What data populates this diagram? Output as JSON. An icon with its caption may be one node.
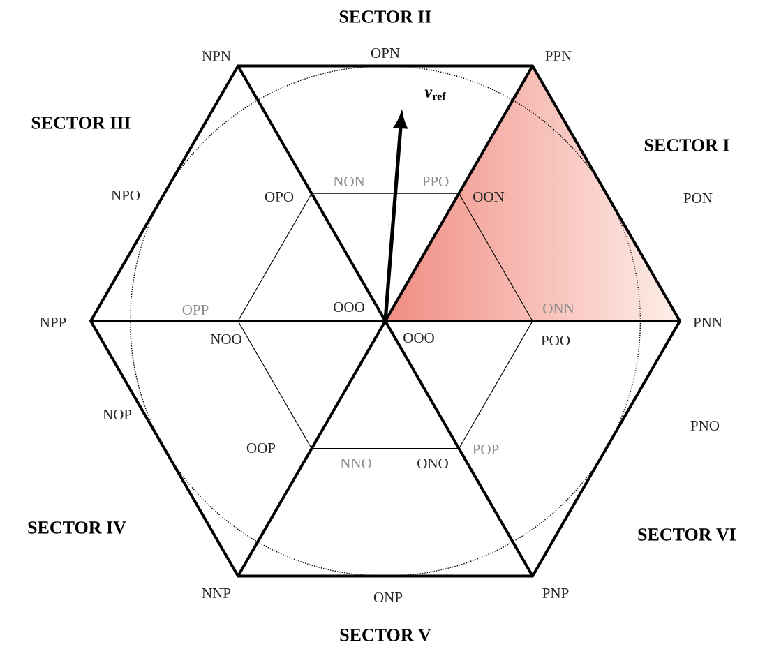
{
  "diagram": {
    "labels": [
      "SECTOR II",
      "NPN",
      "OPN",
      "PPN",
      "*v*$_{ref}$",
      "SECTOR III",
      "SECTOR I",
      "NON",
      "PPO",
      "NPO",
      "OPO",
      "OON",
      "PON",
      "OPP",
      "OOO",
      "ONN",
      "NPP",
      "PNN",
      "NOO",
      "OOO",
      "POO",
      "NOP",
      "OOP",
      "POP",
      "PNO",
      "NNO",
      "ONO",
      "SECTOR IV",
      "SECTOR VI",
      "NNP",
      "PNP",
      "ONP",
      "SECTOR V"
    ]
  }
}
